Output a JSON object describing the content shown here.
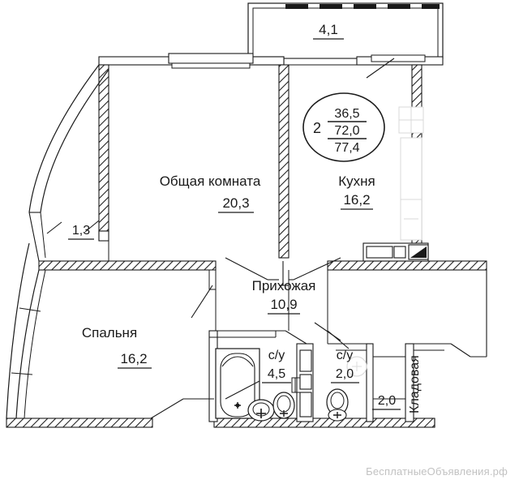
{
  "document": {
    "type": "apartment-floor-plan",
    "watermark": "БесплатныеОбъявления.рф"
  },
  "summary_badge": {
    "rooms_count": "2",
    "living_area": "36,5",
    "total_area": "72,0",
    "total_with_balcony": "77,4"
  },
  "rooms": [
    {
      "id": "balcony",
      "name": "",
      "area": "4,1"
    },
    {
      "id": "living-room",
      "name": "Общая комната",
      "area": "20,3"
    },
    {
      "id": "kitchen",
      "name": "Кухня",
      "area": "16,2"
    },
    {
      "id": "hallway",
      "name": "Прихожая",
      "area": "10,9"
    },
    {
      "id": "bedroom",
      "name": "Спальня",
      "area": "16,2"
    },
    {
      "id": "bathroom-main",
      "name": "с/у",
      "area": "4,5"
    },
    {
      "id": "bathroom-wc",
      "name": "с/у",
      "area": "2,0"
    },
    {
      "id": "pantry",
      "name": "Кладовая",
      "area": "2,0"
    },
    {
      "id": "loggia-small",
      "name": "",
      "area": "1,3"
    }
  ],
  "colors": {
    "line": "#1a1a1a",
    "wall_fill": "#ffffff",
    "hatch": "#1a1a1a",
    "light_gray": "#d8d8d8",
    "watermark": "#c2c2c2",
    "background": "#ffffff"
  }
}
